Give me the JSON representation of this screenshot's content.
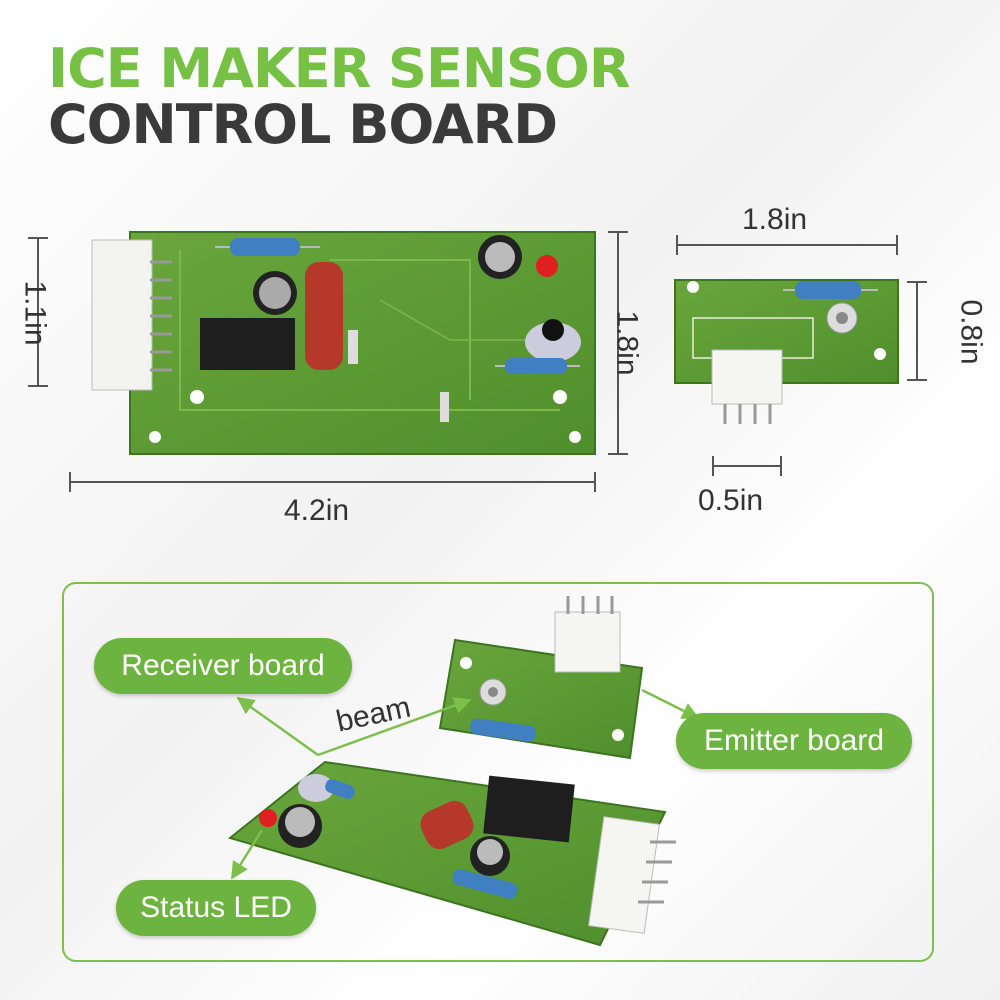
{
  "title": {
    "line1": "ICE MAKER SENSOR",
    "line2": "CONTROL BOARD"
  },
  "dimensions": {
    "receiver_width": "4.2in",
    "receiver_height": "1.8in",
    "receiver_connector": "1.1in",
    "emitter_width": "1.8in",
    "emitter_height": "0.8in",
    "emitter_connector": "0.5in"
  },
  "labels": {
    "receiver": "Receiver board",
    "emitter": "Emitter board",
    "status": "Status LED",
    "beam": "beam"
  },
  "colors": {
    "accent_green": "#76c043",
    "pill_green": "#6db33f",
    "dark_text": "#3a3a3a",
    "pcb_green": "#5f9e35"
  }
}
